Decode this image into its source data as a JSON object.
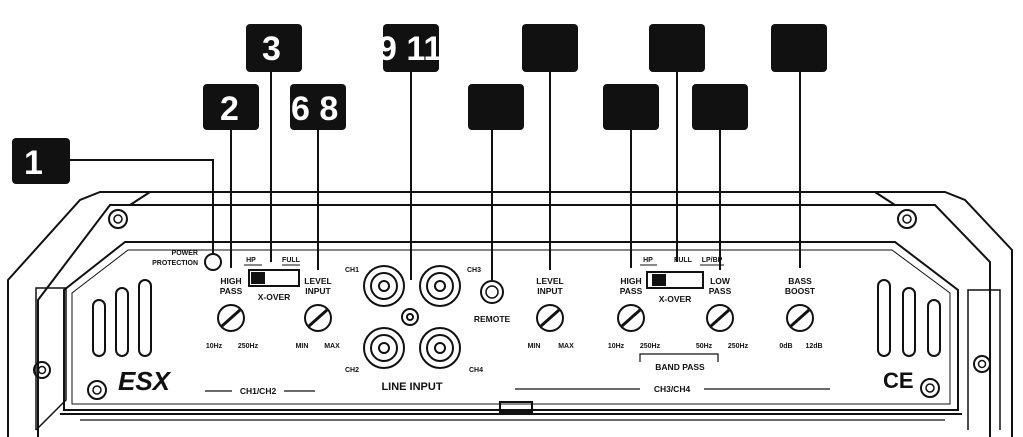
{
  "callouts": [
    {
      "id": "c1",
      "text": "1"
    },
    {
      "id": "c2",
      "text": "2"
    },
    {
      "id": "c3",
      "text": "3"
    },
    {
      "id": "c6",
      "text": "6 8"
    },
    {
      "id": "c9",
      "text": "9 11"
    },
    {
      "id": "c4",
      "text": ""
    },
    {
      "id": "c5",
      "text": ""
    },
    {
      "id": "c7",
      "text": ""
    },
    {
      "id": "c8",
      "text": ""
    },
    {
      "id": "c10",
      "text": ""
    },
    {
      "id": "c11",
      "text": ""
    }
  ],
  "panel": {
    "power_protection": [
      "POWER",
      "PROTECTION"
    ],
    "high_pass_12": [
      "HIGH",
      "PASS"
    ],
    "hp_12": "HP",
    "full_12": "FULL",
    "xover_12": "X-OVER",
    "level_input_12": [
      "LEVEL",
      "INPUT"
    ],
    "ticks_10_250": [
      "10Hz",
      "250Hz"
    ],
    "ticks_min_max": [
      "MIN",
      "MAX"
    ],
    "ch1": "CH1",
    "ch2": "CH2",
    "ch3": "CH3",
    "ch4": "CH4",
    "line_input": "LINE INPUT",
    "remote": "REMOTE",
    "level_input_34": [
      "LEVEL",
      "INPUT"
    ],
    "high_pass_34": [
      "HIGH",
      "PASS"
    ],
    "hp_34": "HP",
    "full_34": "FULL",
    "lpbp_34": "LP/BP",
    "xover_34": "X-OVER",
    "low_pass_34": [
      "LOW",
      "PASS"
    ],
    "ticks_50_250": [
      "50Hz",
      "250Hz"
    ],
    "band_pass": "BAND PASS",
    "bass_boost": [
      "BASS",
      "BOOST"
    ],
    "ticks_db": [
      "0dB",
      "12dB"
    ],
    "ch12_label": "CH1/CH2",
    "ch34_label": "CH3/CH4",
    "brand_logo": "ESX",
    "ce_mark": "CE"
  },
  "colors": {
    "line": "#111111",
    "callout_bg": "#111111",
    "callout_text": "#ffffff"
  }
}
